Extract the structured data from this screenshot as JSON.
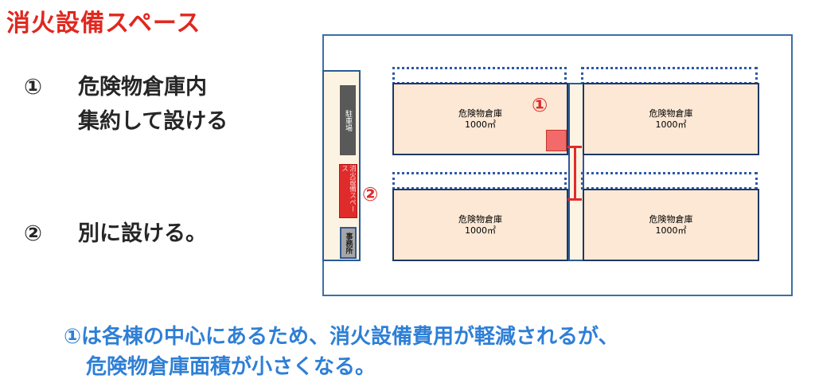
{
  "title": "消火設備スペース",
  "options": [
    {
      "num": "①",
      "lines": [
        "危険物倉庫内",
        "集約して設ける"
      ]
    },
    {
      "num": "②",
      "lines": [
        "別に設ける。"
      ]
    }
  ],
  "diagram": {
    "labels": {
      "parking": "駐車場",
      "fire_space": "消火設備スペース",
      "office": "事務所",
      "marker_1": "①",
      "marker_2": "②"
    },
    "warehouses": [
      {
        "name": "危険物倉庫",
        "area": "1000㎡"
      },
      {
        "name": "危険物倉庫",
        "area": "1000㎡"
      },
      {
        "name": "危険物倉庫",
        "area": "1000㎡"
      },
      {
        "name": "危険物倉庫",
        "area": "1000㎡"
      }
    ]
  },
  "footer": {
    "line1": "①は各棟の中心にあるため、消火設備費用が軽減されるが、",
    "line2": "危険物倉庫面積が小さくなる。"
  },
  "colors": {
    "title": "#e0281f",
    "footer": "#2e7fd6",
    "warehouse_fill": "#fce8d4",
    "fire_space": "#e02b2b"
  }
}
